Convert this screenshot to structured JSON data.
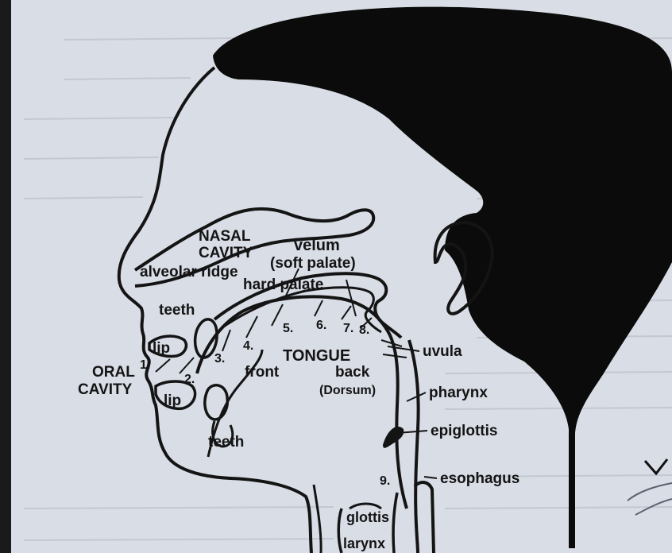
{
  "labels": {
    "nasal_cavity_1": "NASAL",
    "nasal_cavity_2": "CAVITY",
    "velum": "velum",
    "soft_palate": "(soft palate)",
    "alveolar_ridge": "alveolar ridge",
    "hard_palate": "hard palate",
    "teeth_upper": "teeth",
    "teeth_lower": "teeth",
    "lip_upper": "lip",
    "lip_lower": "lip",
    "oral_cavity_1": "ORAL",
    "oral_cavity_2": "CAVITY",
    "tongue": "TONGUE",
    "front": "front",
    "back": "back",
    "dorsum": "(Dorsum)",
    "uvula": "uvula",
    "pharynx": "pharynx",
    "epiglottis": "epiglottis",
    "esophagus": "esophagus",
    "glottis": "glottis",
    "larynx": "larynx"
  },
  "numbers": [
    "1.",
    "2.",
    "3.",
    "4.",
    "5.",
    "6.",
    "7.",
    "8.",
    "9."
  ],
  "colors": {
    "hair": "#0b0b0b",
    "ink": "#141414",
    "paper": "#d9dde6"
  }
}
